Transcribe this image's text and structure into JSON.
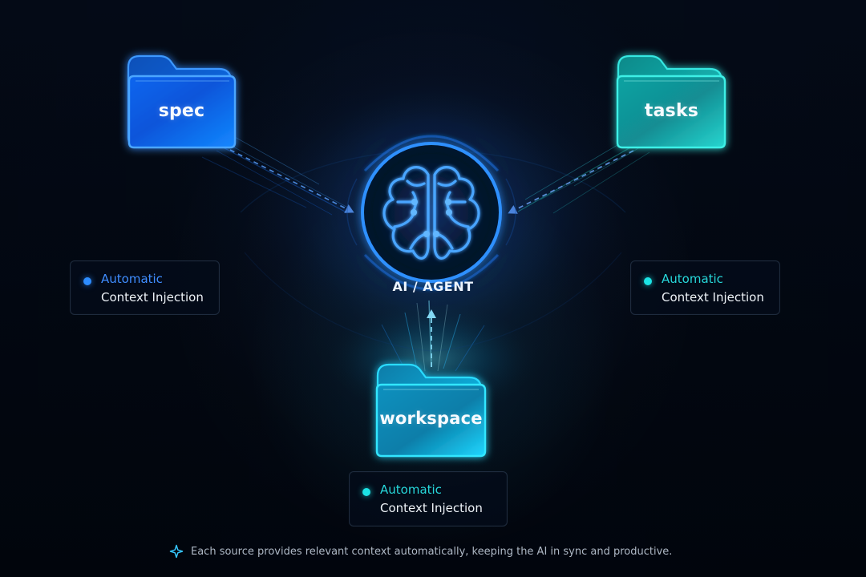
{
  "diagram": {
    "folders": {
      "spec": {
        "label": "spec",
        "icon": "folder-icon",
        "color": "#1685ff"
      },
      "tasks": {
        "label": "tasks",
        "icon": "folder-icon",
        "color": "#25e5df"
      },
      "workspace": {
        "label": "workspace",
        "icon": "folder-icon",
        "color": "#20d8ff"
      }
    },
    "agent": {
      "label": "AI / AGENT",
      "icon": "brain-icon",
      "color": "#2e90ff"
    },
    "cards": {
      "left": {
        "title": "Automatic",
        "subtitle": "Context Injection",
        "dot_color": "#2d8cff"
      },
      "right": {
        "title": "Automatic",
        "subtitle": "Context Injection",
        "dot_color": "#1ce3e5"
      },
      "bottom": {
        "title": "Automatic",
        "subtitle": "Context Injection",
        "dot_color": "#1ce3e5"
      }
    },
    "footer": {
      "icon": "sparkle-icon",
      "text": "Each source provides relevant context automatically, keeping the AI in sync and productive."
    },
    "colors": {
      "background": "#020712",
      "blue_accent": "#2e90ff",
      "teal_accent": "#20d8ff",
      "card_border": "#334a62",
      "muted_text": "#aeb8c5"
    }
  }
}
